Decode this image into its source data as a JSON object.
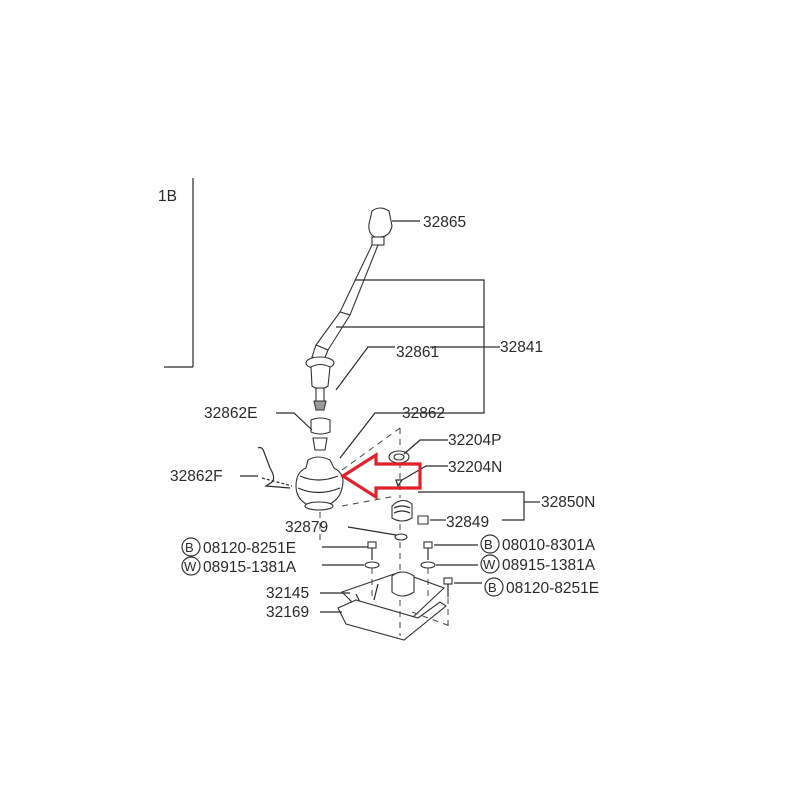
{
  "section_label": "1B",
  "parts": {
    "p32865": "32865",
    "p32841": "32841",
    "p32861": "32861",
    "p32862": "32862",
    "p32862e": "32862E",
    "p32862f": "32862F",
    "p32204p": "32204P",
    "p32204n": "32204N",
    "p32850n": "32850N",
    "p32849": "32849",
    "p32879": "32879",
    "bolt_left": {
      "prefix": "B",
      "code": "08120-8251E"
    },
    "washer_left": {
      "prefix": "W",
      "code": "08915-1381A"
    },
    "bolt_right": {
      "prefix": "B",
      "code": "08010-8301A"
    },
    "washer_right": {
      "prefix": "W",
      "code": "08915-1381A"
    },
    "bolt_right_lower": {
      "prefix": "B",
      "code": "08120-8251E"
    },
    "p32145": "32145",
    "p32169": "32169"
  },
  "colors": {
    "highlight_arrow": "#e0212b",
    "line": "#2b2b2b"
  }
}
